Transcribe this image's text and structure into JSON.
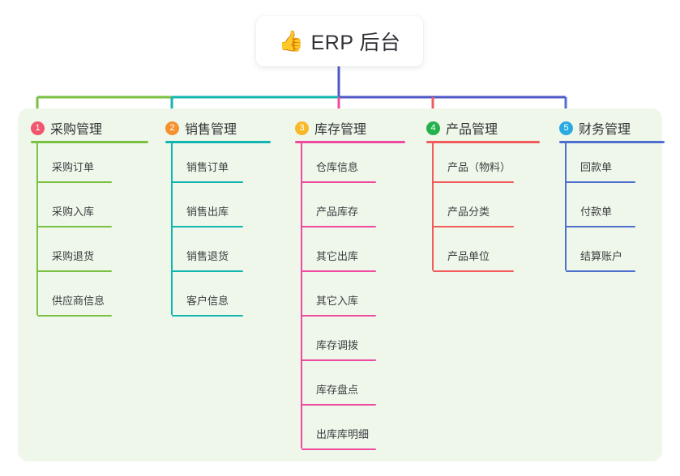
{
  "root": {
    "icon": "thumbs-up-icon",
    "emoji": "👍",
    "title": "ERP 后台"
  },
  "theme": {
    "panel_bg": "#eef7e9",
    "card_bg": "#ffffff",
    "text": "#333538",
    "root_stem": "#4f57c4"
  },
  "columns": [
    {
      "number": "1",
      "title": "采购管理",
      "badge_color": "#f0566e",
      "line_color": "#7ac143",
      "items": [
        {
          "label": "采购订单"
        },
        {
          "label": "采购入库"
        },
        {
          "label": "采购退货"
        },
        {
          "label": "供应商信息"
        }
      ]
    },
    {
      "number": "2",
      "title": "销售管理",
      "badge_color": "#f5912e",
      "line_color": "#13b5b1",
      "items": [
        {
          "label": "销售订单"
        },
        {
          "label": "销售出库"
        },
        {
          "label": "销售退货"
        },
        {
          "label": "客户信息"
        }
      ]
    },
    {
      "number": "3",
      "title": "库存管理",
      "badge_color": "#f7b928",
      "line_color": "#ef4aa0",
      "items": [
        {
          "label": "仓库信息"
        },
        {
          "label": "产品库存"
        },
        {
          "label": "其它出库"
        },
        {
          "label": "其它入库"
        },
        {
          "label": "库存调拨"
        },
        {
          "label": "库存盘点"
        },
        {
          "label": "出库库明细"
        }
      ]
    },
    {
      "number": "4",
      "title": "产品管理",
      "badge_color": "#22b14c",
      "line_color": "#f15b5b",
      "items": [
        {
          "label": "产品（物料）"
        },
        {
          "label": "产品分类"
        },
        {
          "label": "产品单位"
        }
      ]
    },
    {
      "number": "5",
      "title": "财务管理",
      "badge_color": "#29abe2",
      "line_color": "#4f6fd0",
      "items": [
        {
          "label": "回款单"
        },
        {
          "label": "付款单"
        },
        {
          "label": "结算账户"
        }
      ]
    }
  ]
}
